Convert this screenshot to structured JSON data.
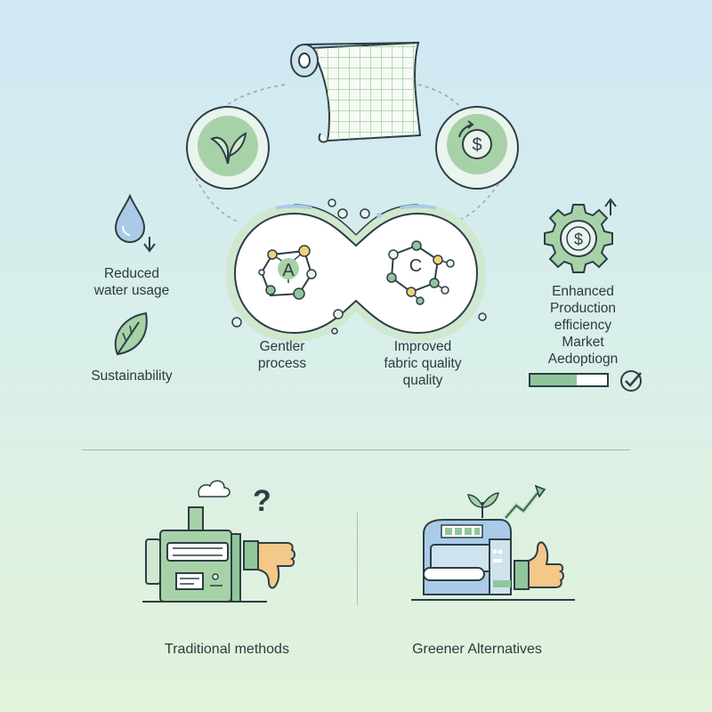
{
  "left_labels": {
    "water": [
      "Reduced",
      "water usage"
    ],
    "sustainability": "Sustainability"
  },
  "center_labels": {
    "left": [
      "Gentler",
      "process"
    ],
    "right": [
      "Improved",
      "fabric quality",
      "quality"
    ]
  },
  "molecule_letters": {
    "left": "A",
    "right": "C"
  },
  "right_labels": [
    "Enhanced",
    "Production",
    "efficiency",
    "Market",
    "Aedoptiogn"
  ],
  "bottom": {
    "left_caption": "Traditional methods",
    "right_caption": "Greener Alternatives",
    "question_mark": "?"
  },
  "icons": {
    "top_left_circle": "leaf-icon",
    "top_right_circle": "dollar-cycle-icon",
    "top_center": "fabric-roll-icon",
    "left_top": "water-drop-icon",
    "left_bottom": "leaf-icon",
    "right_top": "dollar-gear-icon",
    "right_bottom": "check-circle-icon",
    "bottom_left": "old-machine-icon",
    "bottom_left_hand": "thumbs-down-icon",
    "bottom_right": "modern-machine-icon",
    "bottom_right_hand": "thumbs-up-icon"
  },
  "colors": {
    "stroke": "#2d3e44",
    "green": "#8fc79a",
    "light_green": "#cfe8cf",
    "blue": "#a9cbe8",
    "yellow": "#f1d27a",
    "skin": "#f3c889"
  },
  "market_adoption_progress": 0.6
}
